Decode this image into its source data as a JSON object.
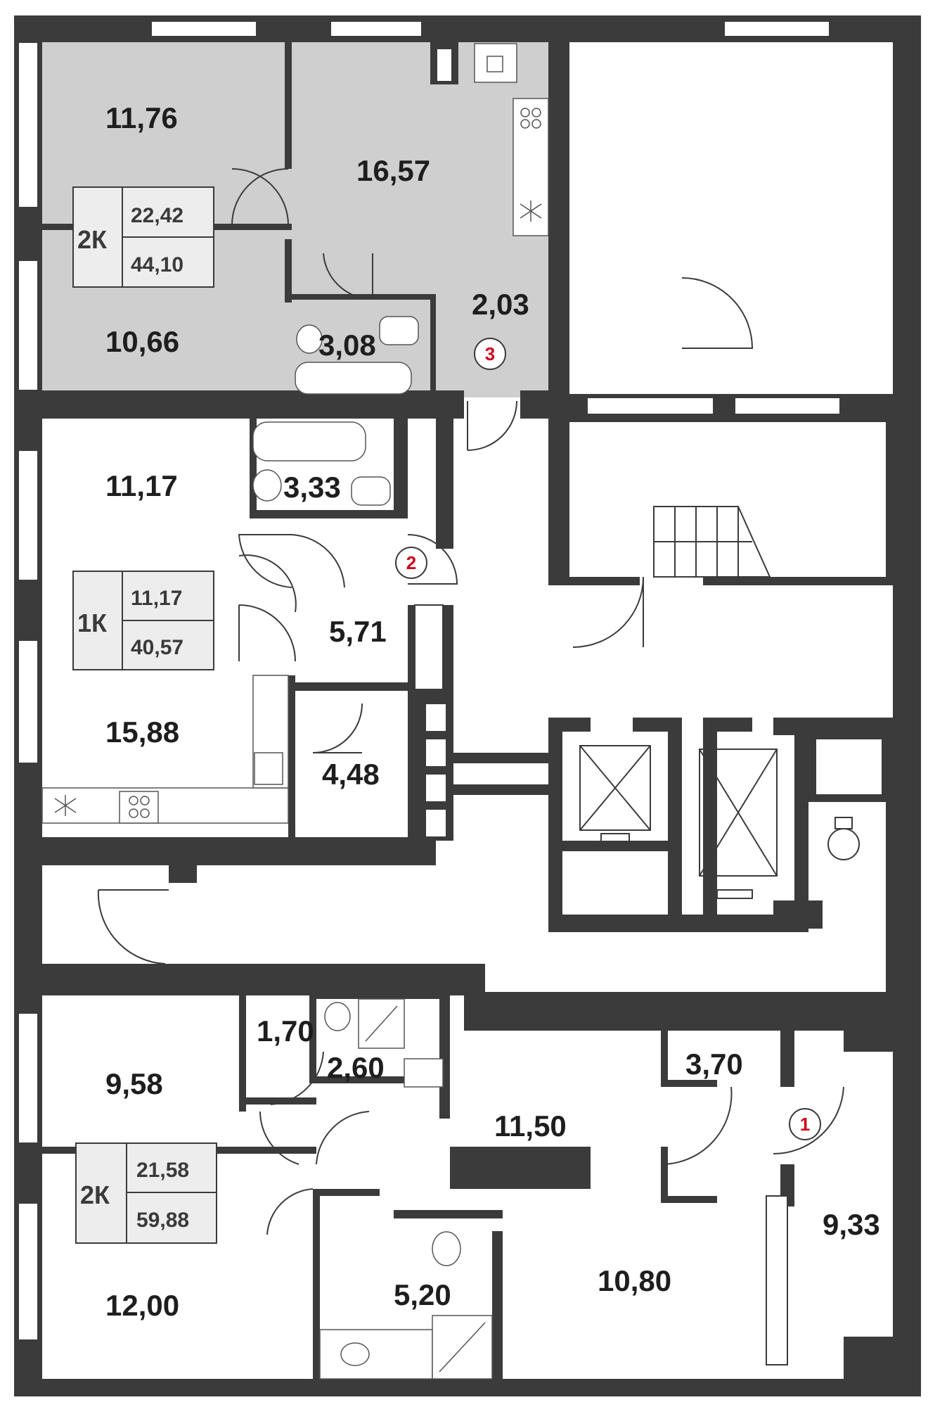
{
  "plan": {
    "rooms": [
      {
        "id": "a1-room-top",
        "label": "11,76"
      },
      {
        "id": "a1-kitchen",
        "label": "16,57"
      },
      {
        "id": "a1-room-bottom",
        "label": "10,66"
      },
      {
        "id": "a1-bath",
        "label": "3,08"
      },
      {
        "id": "a1-hall",
        "label": "2,03"
      },
      {
        "id": "a2-room",
        "label": "11,17"
      },
      {
        "id": "a2-bath",
        "label": "3,33"
      },
      {
        "id": "a2-hall",
        "label": "5,71"
      },
      {
        "id": "a2-kitchen",
        "label": "15,88"
      },
      {
        "id": "a2-storage",
        "label": "4,48"
      },
      {
        "id": "a3-room-top",
        "label": "9,58"
      },
      {
        "id": "a3-wc",
        "label": "1,70"
      },
      {
        "id": "a3-shower",
        "label": "2,60"
      },
      {
        "id": "a3-hall",
        "label": "11,50"
      },
      {
        "id": "a3-closet",
        "label": "3,70"
      },
      {
        "id": "a3-balcony",
        "label": "9,33"
      },
      {
        "id": "a3-bath",
        "label": "5,20"
      },
      {
        "id": "a3-kitchen",
        "label": "10,80"
      },
      {
        "id": "a3-room-bottom",
        "label": "12,00"
      }
    ],
    "badges": [
      {
        "id": "apt-1",
        "type": "2К",
        "living": "22,42",
        "total": "44,10"
      },
      {
        "id": "apt-2",
        "type": "1К",
        "living": "11,17",
        "total": "40,57"
      },
      {
        "id": "apt-3",
        "type": "2К",
        "living": "21,58",
        "total": "59,88"
      }
    ],
    "markers": [
      "1",
      "2",
      "3"
    ],
    "colors": {
      "wall": "#3b3b3b",
      "highlight": "#cfcfcf",
      "badge_bg": "#ededed",
      "marker_red": "#d0021b"
    }
  }
}
